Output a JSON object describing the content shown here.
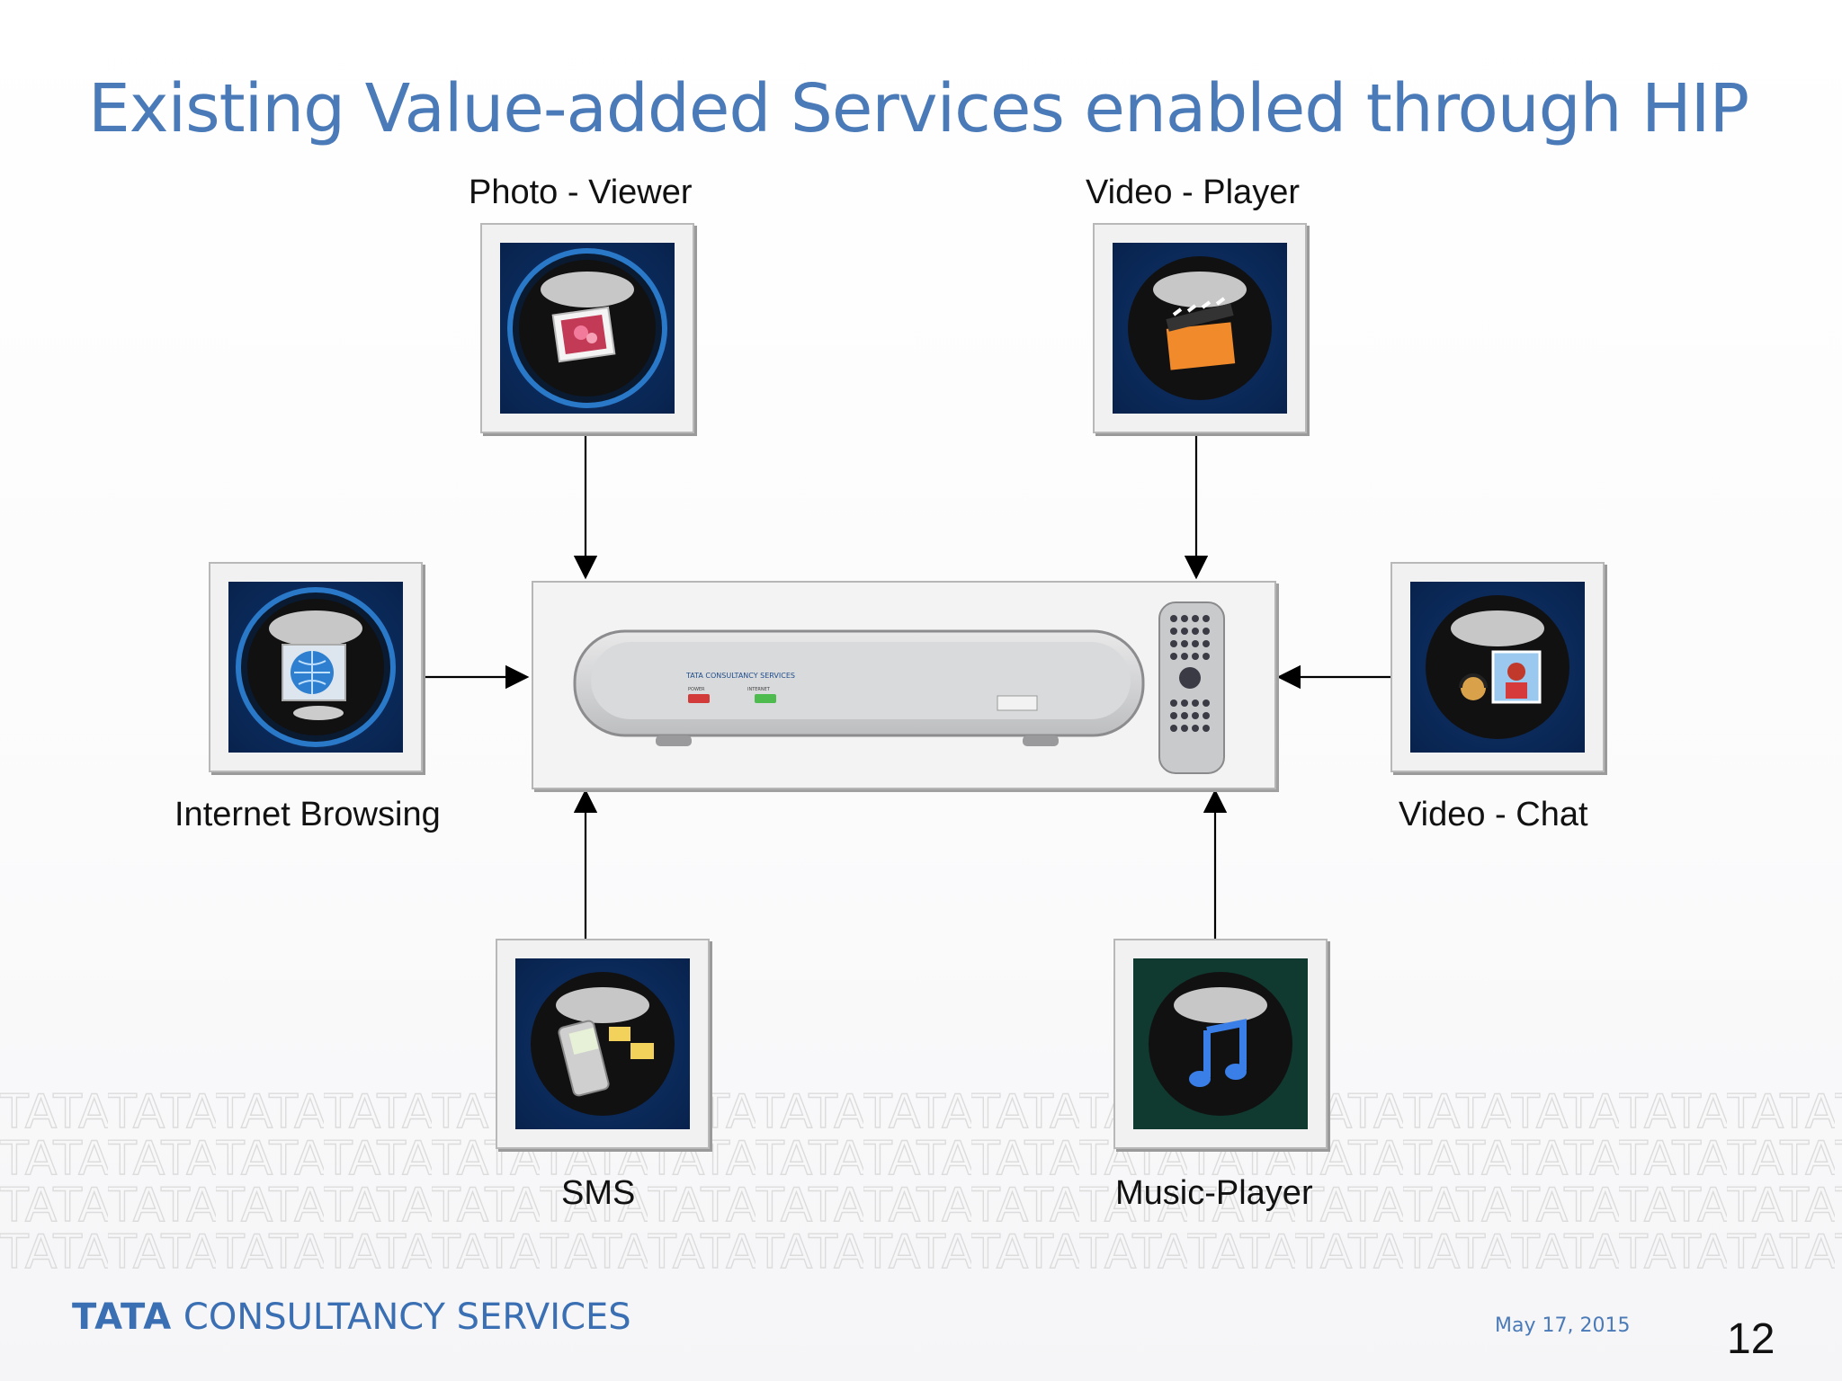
{
  "title": "Existing Value-added Services enabled through HIP",
  "services": {
    "photo_viewer": "Photo - Viewer",
    "video_player": "Video - Player",
    "internet_browsing": "Internet Browsing",
    "video_chat": "Video - Chat",
    "sms": "SMS",
    "music_player": "Music-Player"
  },
  "hub_device": {
    "brand_top": "TATA CONSULTANCY SERVICES",
    "power_label": "POWER",
    "internet_label": "INTERNET"
  },
  "footer": {
    "logo_tata": "TATA",
    "logo_rest": "CONSULTANCY SERVICES",
    "date": "May 17, 2015",
    "page_number": "12"
  },
  "colors": {
    "title": "#4a7ab8",
    "tile_bg": "#0b2a5a",
    "power_led": "#d33a3a",
    "internet_led": "#4dbb4d"
  }
}
